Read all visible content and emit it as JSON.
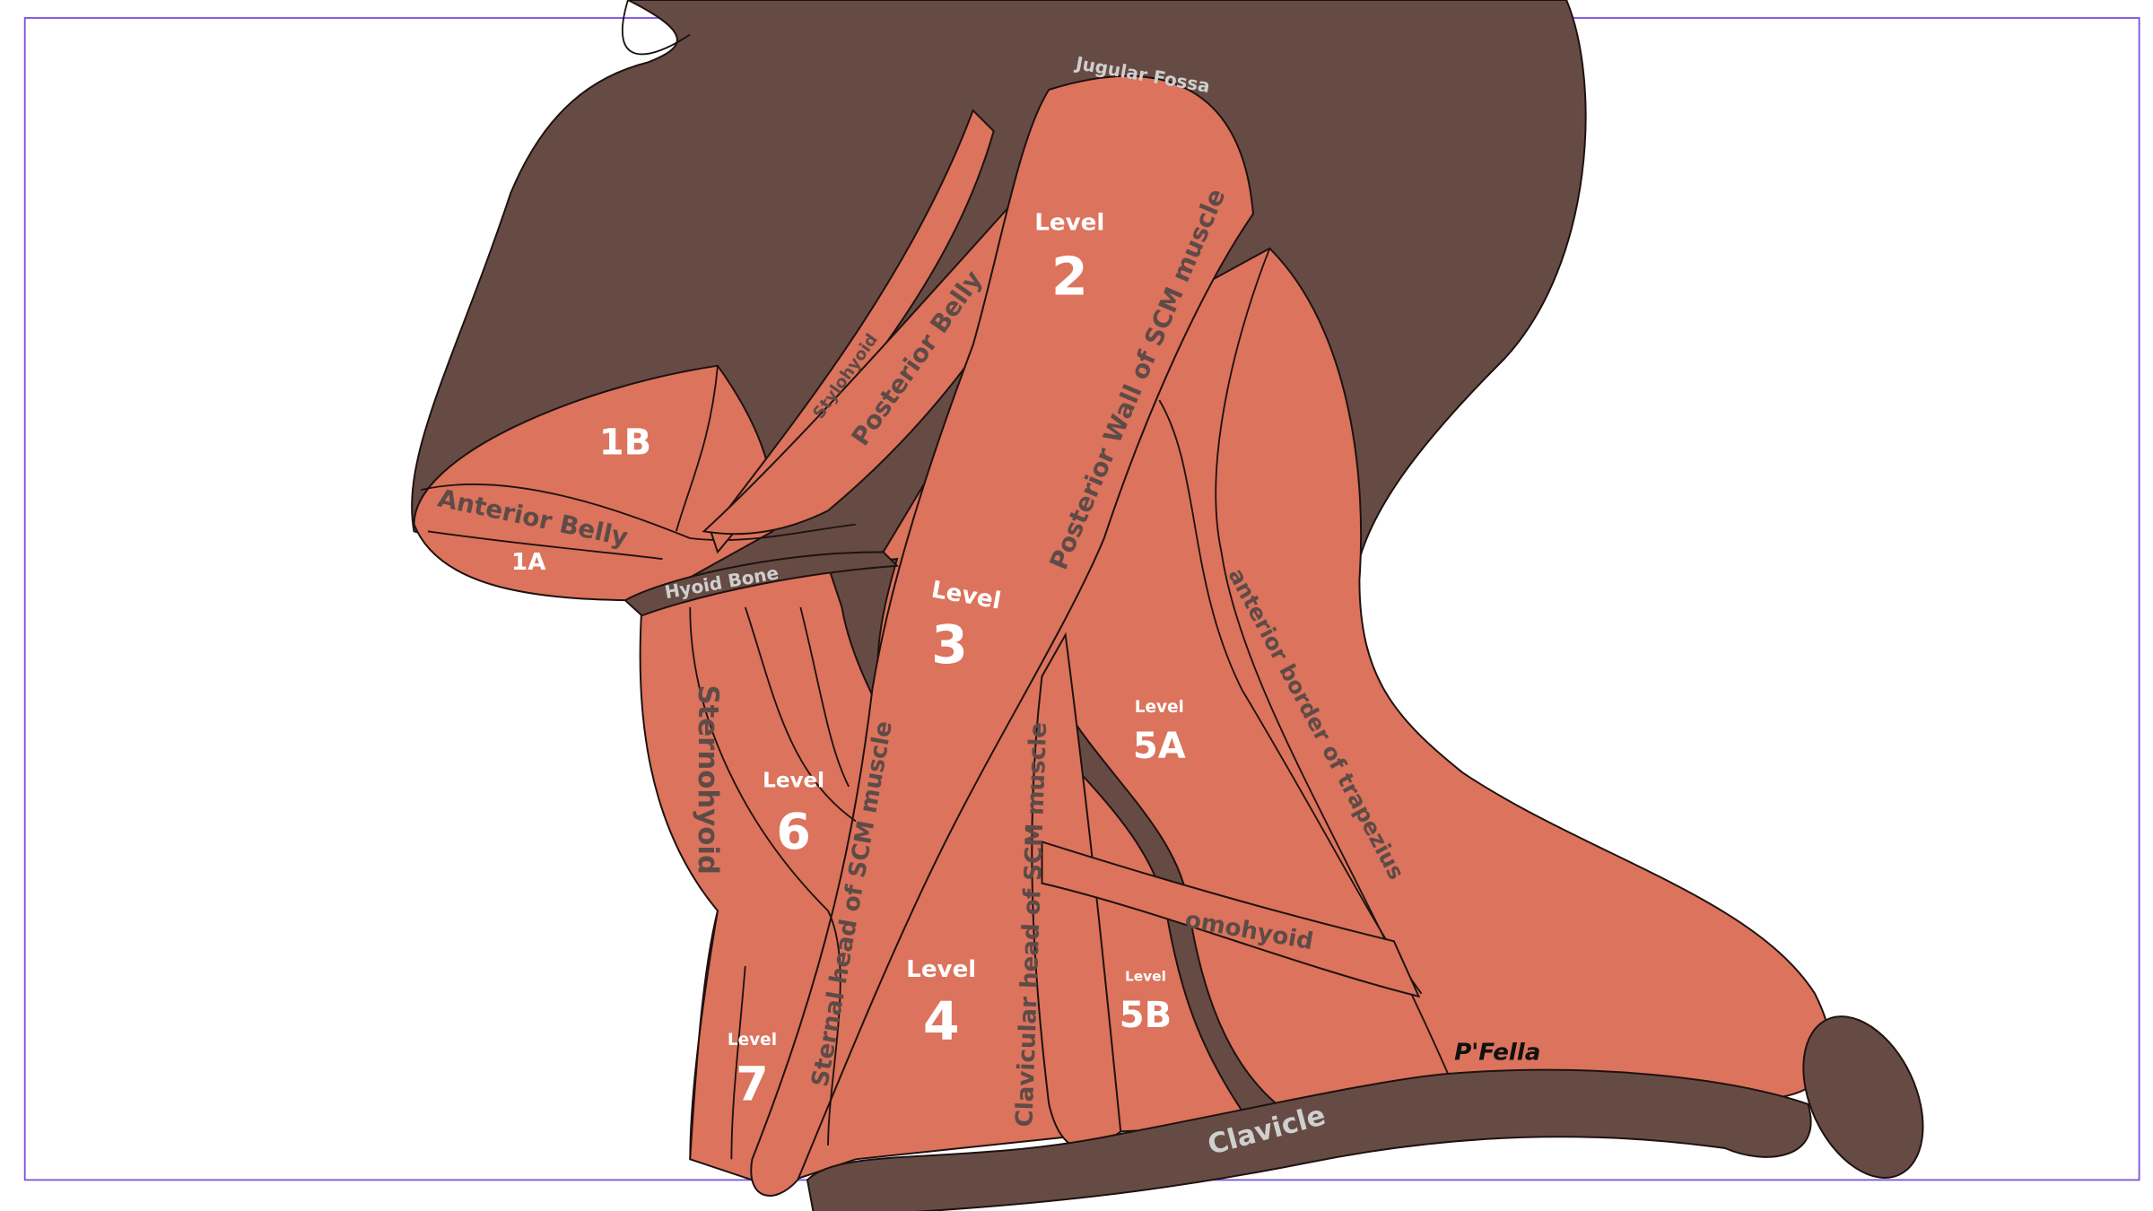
{
  "colors": {
    "muscle": "#dc735c",
    "bone": "#664b44",
    "frame": "#7b55d9",
    "label_dark": "#5e4b47",
    "label_light": "#cfcfcf",
    "level_text": "#ffffff"
  },
  "labels": {
    "jugular_fossa": "Jugular Fossa",
    "posterior_wall_scm": "Posterior Wall of SCM muscle",
    "posterior_belly": "Posterior Belly",
    "stylohyoid": "Stylohyoid",
    "anterior_belly": "Anterior Belly",
    "hyoid_bone": "Hyoid Bone",
    "sternohyoid": "Sternohyoid",
    "sternal_head_scm": "Sternal  head of SCM muscle",
    "clavicular_head_scm": "Clavicular  head of SCM muscle",
    "anterior_border_trapezius": "anterior border of trapezius",
    "omohyoid": "omohyoid",
    "clavicle": "Clavicle"
  },
  "levels": {
    "l1a": {
      "label": "1A"
    },
    "l1b": {
      "label": "1B"
    },
    "l2": {
      "word": "Level",
      "number": "2"
    },
    "l3": {
      "word": "Level",
      "number": "3"
    },
    "l4": {
      "word": "Level",
      "number": "4"
    },
    "l5a": {
      "word": "Level",
      "number": "5A"
    },
    "l5b": {
      "word": "Level",
      "number": "5B"
    },
    "l6": {
      "word": "Level",
      "number": "6"
    },
    "l7": {
      "word": "Level",
      "number": "7"
    }
  },
  "signature": "P'Fella"
}
